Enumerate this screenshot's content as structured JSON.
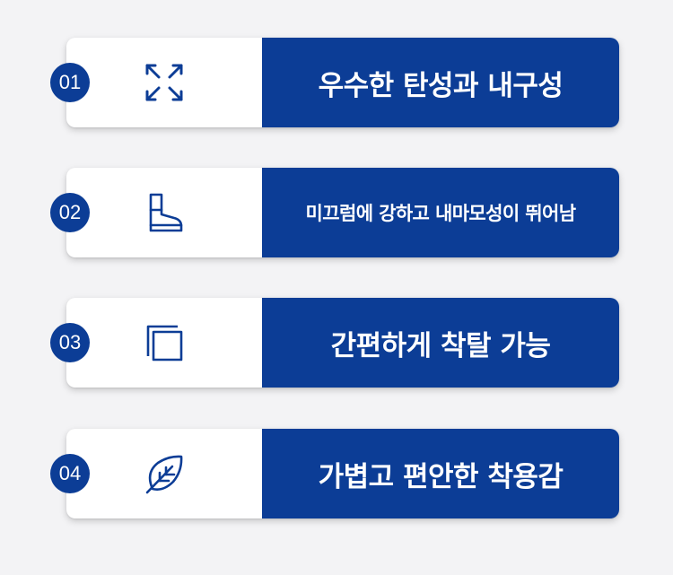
{
  "accent_color": "#0c3d96",
  "items": [
    {
      "number": "01",
      "icon": "expand-arrows-icon",
      "label": "우수한 탄성과 내구성"
    },
    {
      "number": "02",
      "icon": "boot-icon",
      "label": "미끄럼에 강하고 내마모성이 뛰어남"
    },
    {
      "number": "03",
      "icon": "copy-squares-icon",
      "label": "간편하게 착탈 가능"
    },
    {
      "number": "04",
      "icon": "leaf-icon",
      "label": "가볍고 편안한 착용감"
    }
  ]
}
